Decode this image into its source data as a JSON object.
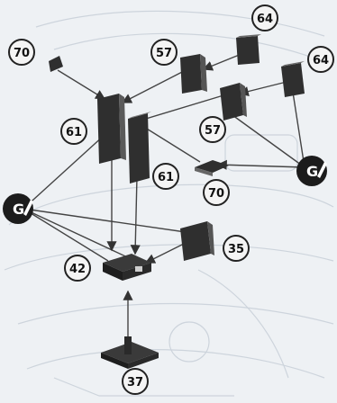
{
  "callouts": {
    "c70_top": "70",
    "c64_top": "64",
    "c57_top": "57",
    "c64_right": "64",
    "c61_left": "61",
    "c57_mid": "57",
    "c61_mid": "61",
    "c70_mid": "70",
    "c35": "35",
    "c42": "42",
    "c37": "37"
  },
  "badges": {
    "g_left": "G",
    "g_right": "G"
  },
  "colors": {
    "part_dark": "#2f2f2f",
    "part_light": "#cfcfcf",
    "line": "#4a4a4a",
    "badge_bg": "#1c1c1c",
    "circle_bg": "#f4f4f4",
    "background": "#eef1f4"
  }
}
